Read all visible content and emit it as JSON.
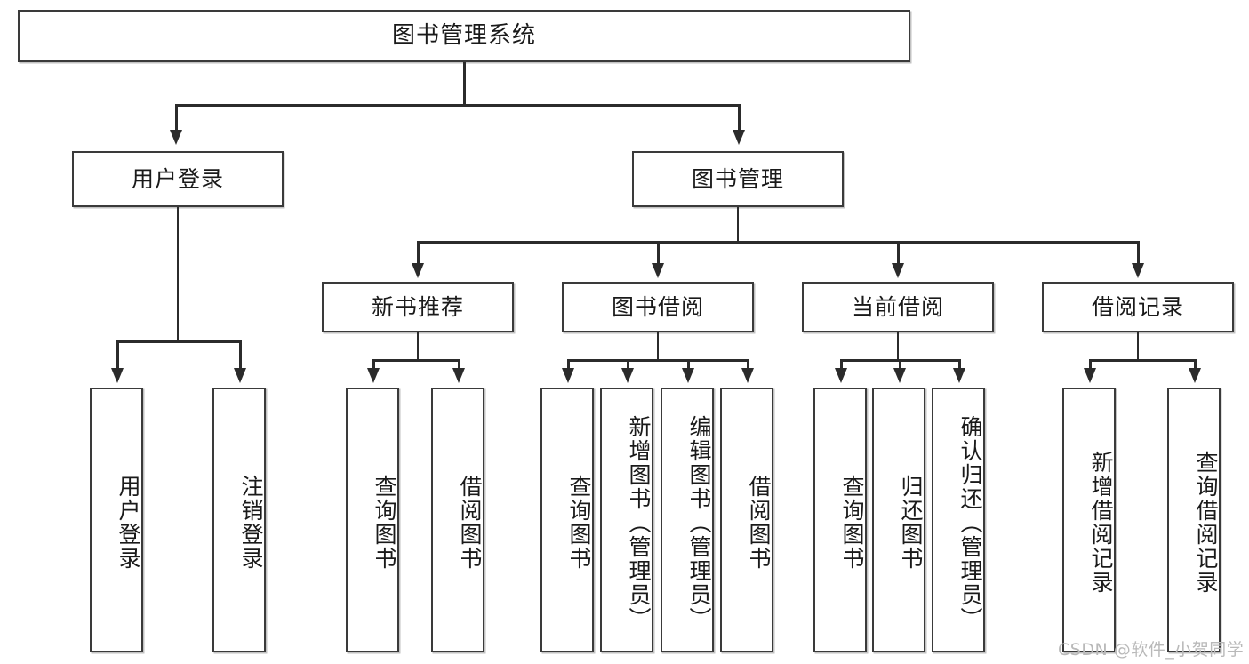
{
  "diagram": {
    "title": "图书管理系统",
    "type": "hierarchy-tree",
    "root": {
      "label": "图书管理系统"
    },
    "level2": [
      {
        "label": "用户登录"
      },
      {
        "label": "图书管理"
      }
    ],
    "level3": [
      {
        "label": "新书推荐"
      },
      {
        "label": "图书借阅"
      },
      {
        "label": "当前借阅"
      },
      {
        "label": "借阅记录"
      }
    ],
    "leaves": {
      "user_login": [
        {
          "label": "用户登录"
        },
        {
          "label": "注销登录"
        }
      ],
      "new_book_recommend": [
        {
          "label": "查询图书"
        },
        {
          "label": "借阅图书"
        }
      ],
      "book_borrow": [
        {
          "label": "查询图书"
        },
        {
          "label": "新增图书（管理员）"
        },
        {
          "label": "编辑图书（管理员）"
        },
        {
          "label": "借阅图书"
        }
      ],
      "current_borrow": [
        {
          "label": "查询图书"
        },
        {
          "label": "归还图书"
        },
        {
          "label": "确认归还（管理员）"
        }
      ],
      "borrow_record": [
        {
          "label": "新增借阅记录"
        },
        {
          "label": "查询借阅记录"
        }
      ]
    }
  },
  "watermark": {
    "text": "CSDN @软件_小贺同学"
  },
  "colors": {
    "border": "#3a3a3a",
    "line": "#2b2b2b",
    "background": "#ffffff",
    "text": "#1a1a1a",
    "watermark": "#b9b9b9"
  }
}
